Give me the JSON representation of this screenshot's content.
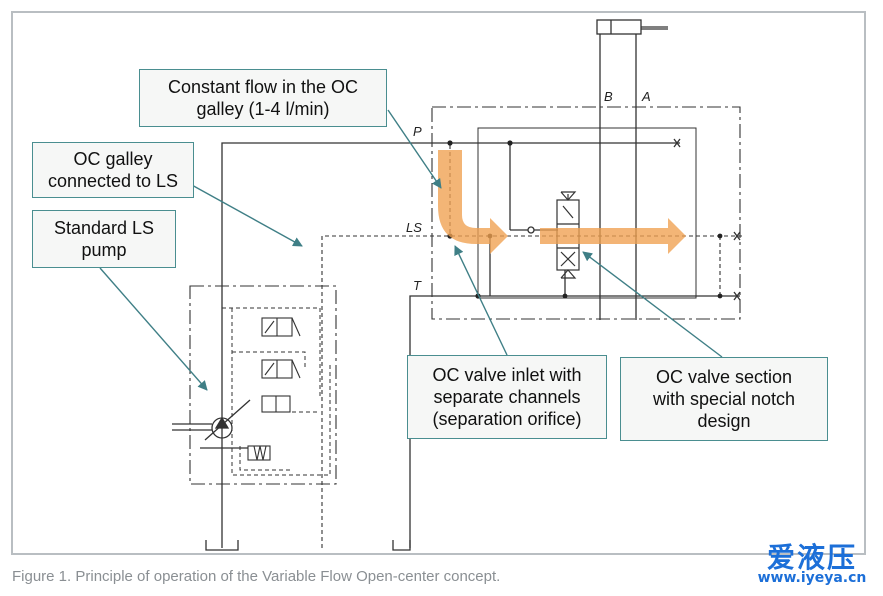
{
  "callouts": {
    "constant_flow": "Constant flow in the OC\ngalley (1-4 l/min)",
    "oc_galley": "OC galley\nconnected to LS",
    "standard_pump": "Standard LS\npump",
    "valve_inlet": "OC valve inlet with\nseparate channels\n(separation orifice)",
    "valve_section": "OC valve section\nwith special notch\ndesign"
  },
  "ports": {
    "p": "P",
    "ls": "LS",
    "t": "T",
    "b": "B",
    "a": "A"
  },
  "caption": "Figure 1. Principle of operation of the Variable Flow Open-center concept.",
  "watermark": {
    "main": "爱液压",
    "url": "www.iyeya.cn"
  },
  "colors": {
    "line": "#333333",
    "callout_border": "#4a8e90",
    "leader": "#3f7f86",
    "flow_arrow": "#f0a050",
    "watermark": "#1c6fd8"
  }
}
